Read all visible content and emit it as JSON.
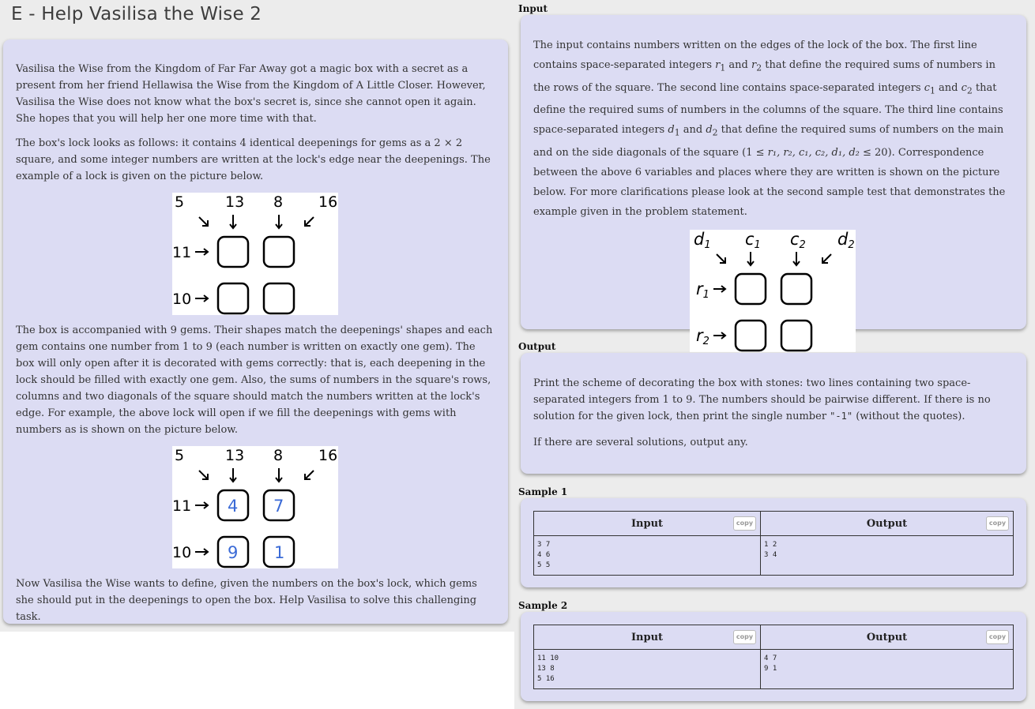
{
  "title": "E - Help Vasilisa the Wise 2",
  "statement": {
    "p1": "Vasilisa the Wise from the Kingdom of Far Far Away got a magic box with a secret as a present from her friend Hellawisa the Wise from the Kingdom of A Little Closer. However, Vasilisa the Wise does not know what the box's secret is, since she cannot open it again. She hopes that you will help her one more time with that.",
    "p2": "The box's lock looks as follows: it contains 4 identical deepenings for gems as a 2 × 2 square, and some integer numbers are written at the lock's edge near the deepenings. The example of a lock is given on the picture below.",
    "p3": "The box is accompanied with 9 gems. Their shapes match the deepenings' shapes and each gem contains one number from 1 to 9 (each number is written on exactly one gem). The box will only open after it is decorated with gems correctly: that is, each deepening in the lock should be filled with exactly one gem. Also, the sums of numbers in the square's rows, columns and two diagonals of the square should match the numbers written at the lock's edge. For example, the above lock will open if we fill the deepenings with gems with numbers as is shown on the picture below.",
    "p4": "Now Vasilisa the Wise wants to define, given the numbers on the box's lock, which gems she should put in the deepenings to open the box. Help Vasilisa to solve this challenging task."
  },
  "figures": {
    "lock1": {
      "top": [
        "5",
        "13",
        "8",
        "16"
      ],
      "left": [
        "11",
        "10"
      ]
    },
    "lock2": {
      "top": [
        "5",
        "13",
        "8",
        "16"
      ],
      "left": [
        "11",
        "10"
      ],
      "gems": [
        "4",
        "7",
        "9",
        "1"
      ]
    },
    "lock3": {
      "top": [
        "d",
        "c",
        "c",
        "d"
      ],
      "top_sub": [
        "1",
        "1",
        "2",
        "2"
      ],
      "left": [
        "r",
        "r"
      ],
      "left_sub": [
        "1",
        "2"
      ]
    }
  },
  "input_section": {
    "heading": "Input",
    "t1": "The input contains numbers written on the edges of the lock of the box. The first line contains space-separated integers ",
    "r1": "r",
    "s1": "1",
    "t2": " and ",
    "r2": "r",
    "s2": "2",
    "t3": " that define the required sums of numbers in the rows of the square. The second line contains space-separated integers ",
    "c1": "c",
    "t4": " and ",
    "c2": "c",
    "t5": " that define the required sums of numbers in the columns of the square. The third line contains space-separated integers ",
    "d1": "d",
    "t6": " and ",
    "d2": "d",
    "t7": " that define the required sums of numbers on the main and on the side diagonals of the square",
    "constraint_a": "(1 ≤ ",
    "constraint_vars": "r₁, r₂, c₁, c₂, d₁, d₂",
    "constraint_b": " ≤ 20)",
    "t8": ". Correspondence between the above 6 variables and places where they are written is shown on the picture below. For more clarifications please look at the second sample test that demonstrates the example given in the problem statement."
  },
  "output_section": {
    "heading": "Output",
    "p1a": "Print the scheme of decorating the box with stones: two lines containing two space-separated integers from 1 to 9. The numbers should be pairwise different. If there is no solution for the given lock, then print the single number ",
    "p1code": "\"-1\"",
    "p1b": " (without the quotes).",
    "p2": "If there are several solutions, output any."
  },
  "samples": [
    {
      "heading": "Sample 1",
      "input_label": "Input",
      "output_label": "Output",
      "copy": "copy",
      "input": "3 7\n4 6\n5 5",
      "output": "1 2\n3 4"
    },
    {
      "heading": "Sample 2",
      "input_label": "Input",
      "output_label": "Output",
      "copy": "copy",
      "input": "11 10\n13 8\n5 16",
      "output": "4 7\n9 1"
    }
  ]
}
